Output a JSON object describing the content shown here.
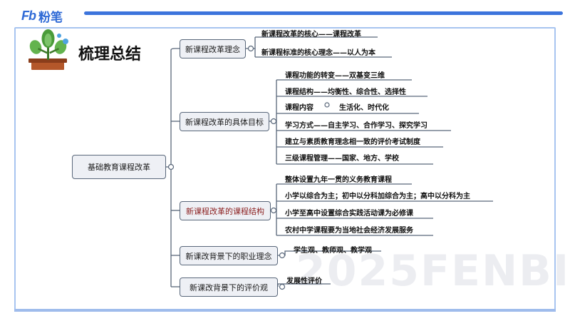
{
  "header": {
    "logo_mark": "Fb",
    "logo_text": "粉笔"
  },
  "title": "梳理总结",
  "watermark": "2025FENBI",
  "mindmap": {
    "root": "基础教育课程改革",
    "branches": [
      {
        "label": "新课程改革理念",
        "leaves": [
          "新课程改革的核心——课程改革",
          "新课程标准的核心理念——以人为本"
        ]
      },
      {
        "label": "新课程改革的具体目标",
        "leaves": [
          "课程功能的转变——双基变三维",
          "课程结构——均衡性、综合性、选择性",
          "课程内容",
          "学习方式——自主学习、合作学习、探究学习",
          "建立与素质教育理念相一致的评价考试制度",
          "三级课程管理——国家、地方、学校"
        ],
        "content_extra": "生活化、时代化"
      },
      {
        "label": "新课程改革的课程结构",
        "leaves": [
          "整体设置九年一贯的义务教育课程",
          "小学以综合为主；初中以分科加综合为主；高中以分科为主",
          "小学至高中设置综合实践活动课为必修课",
          "农村中学课程要为当地社会经济发展服务"
        ]
      },
      {
        "label": "新课改背景下的职业理念",
        "leaves": [
          "学生观、教师观、教学观"
        ]
      },
      {
        "label": "新课改背景下的评价观",
        "leaves": [
          "发展性评价"
        ]
      }
    ]
  },
  "colors": {
    "accent": "#3c74dc",
    "node_border": "#59677a",
    "node_fill": "#eef0f5",
    "highlight_text": "#8b1e1e"
  }
}
